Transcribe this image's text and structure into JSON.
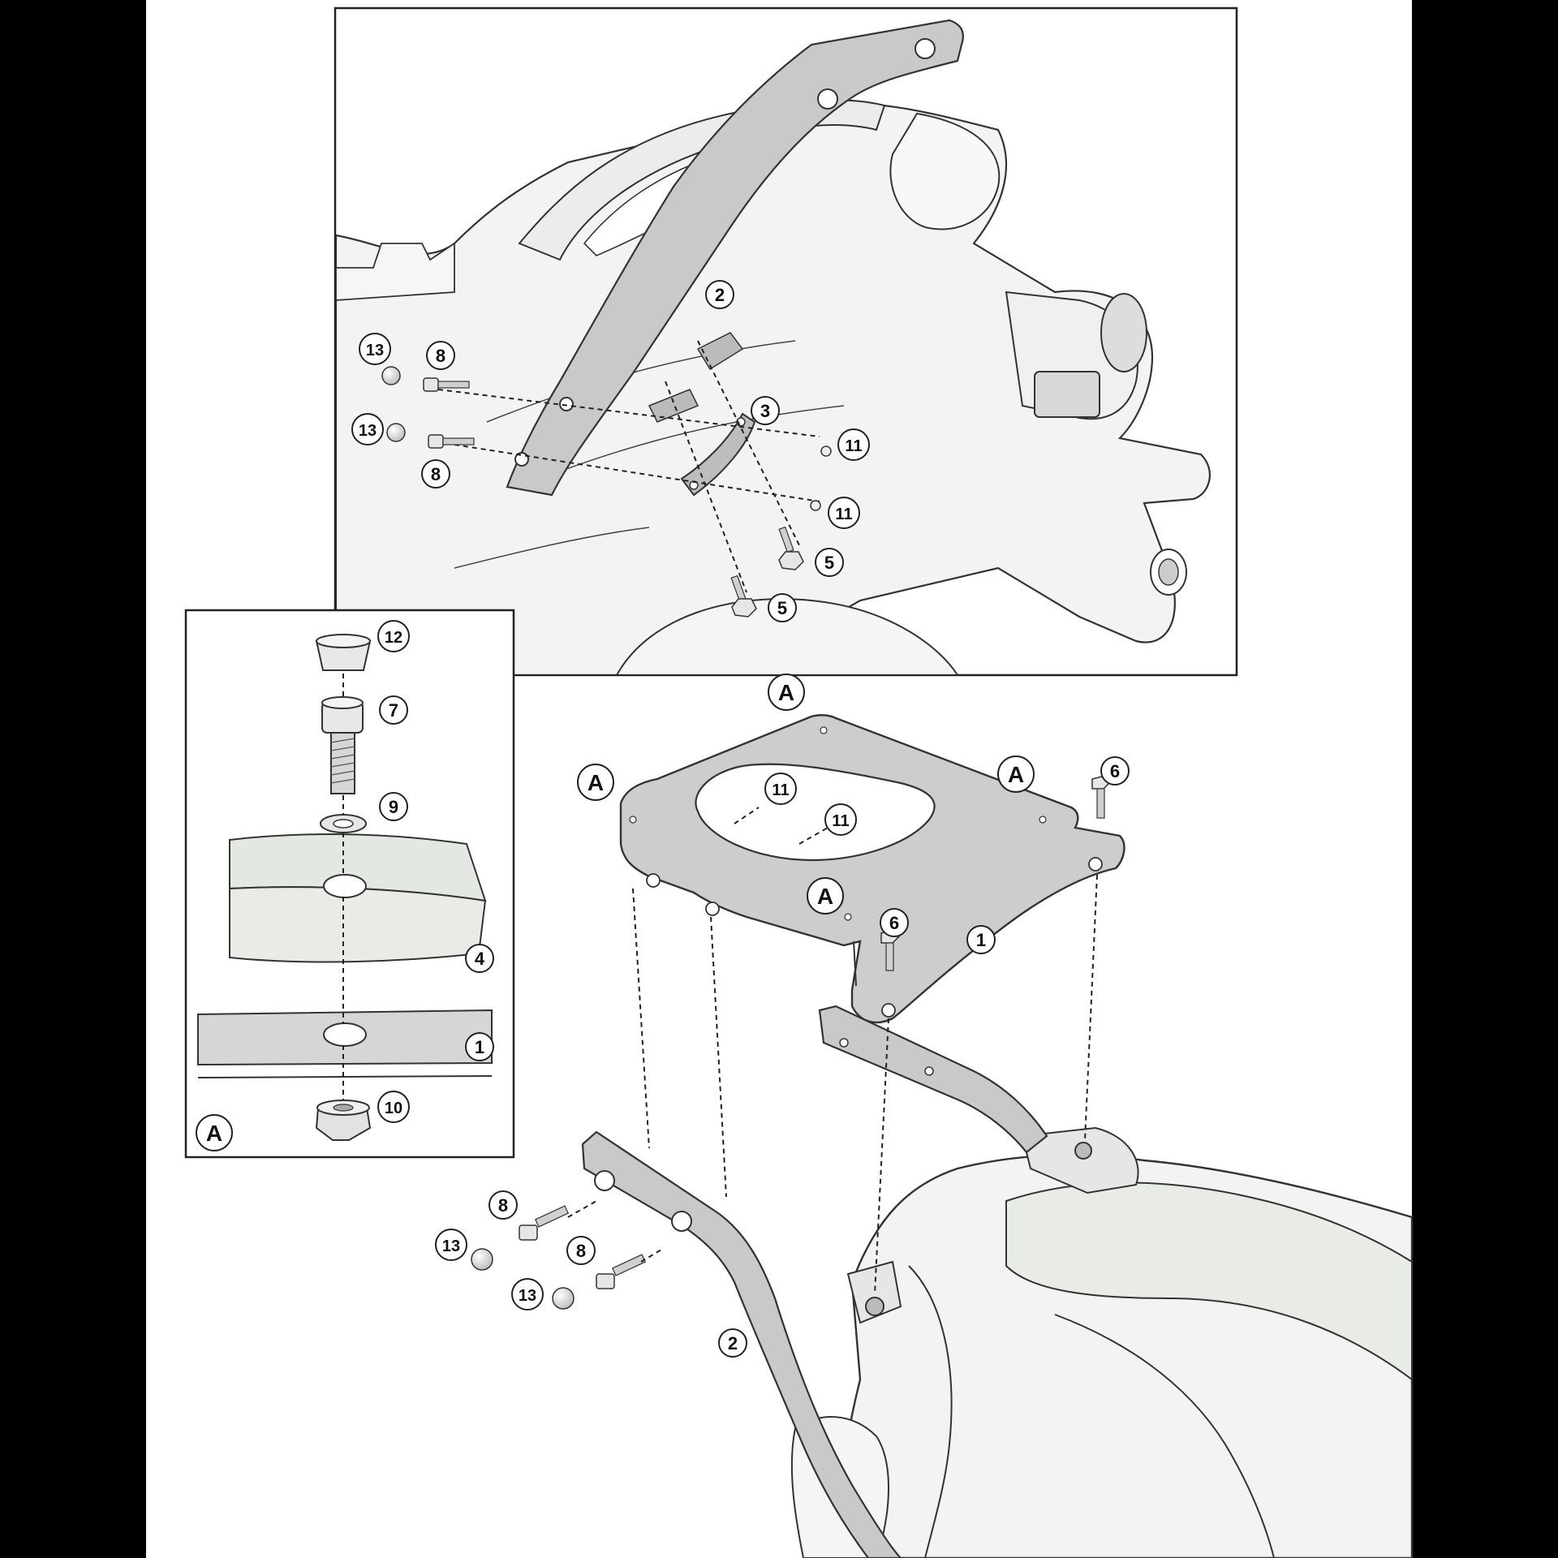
{
  "colors": {
    "panel": "#ffffff",
    "outline": "#2b2b2b",
    "motorcycle_fill": "#f2f2f2",
    "part_fill": "#cfcfcf",
    "part_dark": "#9a9a9a",
    "seat_fill": "#e8ebe6",
    "letterbox": "#000000"
  },
  "callouts": {
    "top_view": {
      "c2": "2",
      "c3": "3",
      "c8a": "8",
      "c8b": "8",
      "c13a": "13",
      "c13b": "13",
      "c11a": "11",
      "c11b": "11",
      "c5a": "5",
      "c5b": "5"
    },
    "detail_a": {
      "c12": "12",
      "c7": "7",
      "c9": "9",
      "c4": "4",
      "c1": "1",
      "c10": "10",
      "label": "A"
    },
    "bottom_view": {
      "a1": "A",
      "a2": "A",
      "a3": "A",
      "a4": "A",
      "c11a": "11",
      "c11b": "11",
      "c6a": "6",
      "c6b": "6",
      "c1": "1",
      "c2": "2",
      "c8a": "8",
      "c8b": "8",
      "c13a": "13",
      "c13b": "13"
    }
  }
}
